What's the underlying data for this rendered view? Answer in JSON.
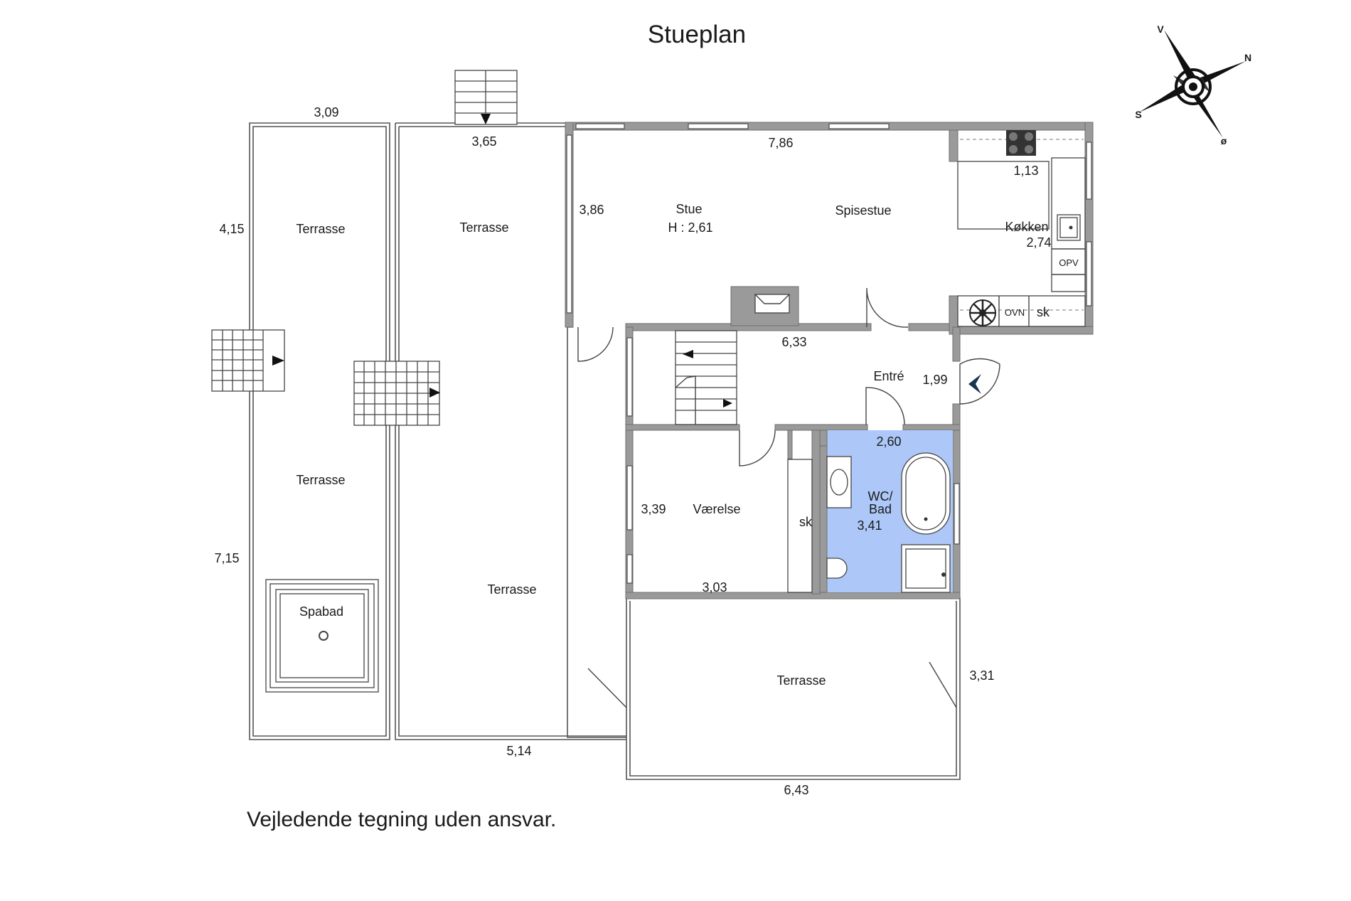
{
  "title": "Stueplan",
  "disclaimer": "Vejledende tegning uden ansvar.",
  "compass": {
    "n": "N",
    "s": "S",
    "v": "V",
    "o": "ø"
  },
  "rooms": {
    "terrasse_1": "Terrasse",
    "terrasse_2": "Terrasse",
    "terrasse_3": "Terrasse",
    "terrasse_4": "Terrasse",
    "terrasse_5": "Terrasse",
    "stue": "Stue",
    "stue_height": "H : 2,61",
    "spisestue": "Spisestue",
    "kokken": "Køkken",
    "entre": "Entré",
    "vaerelse": "Værelse",
    "wc_bad_line1": "WC/",
    "wc_bad_line2": "Bad",
    "spabad": "Spabad"
  },
  "fixtures": {
    "ovn": "OVN",
    "opv": "OPV",
    "sk_kitchen": "sk",
    "sk_room": "sk"
  },
  "dimensions": {
    "d_309": "3,09",
    "d_365": "3,65",
    "d_786": "7,86",
    "d_113": "1,13",
    "d_415": "4,15",
    "d_386": "3,86",
    "d_274": "2,74",
    "d_633": "6,33",
    "d_199": "1,99",
    "d_260": "2,60",
    "d_339": "3,39",
    "d_341": "3,41",
    "d_715": "7,15",
    "d_303": "3,03",
    "d_331": "3,31",
    "d_514": "5,14",
    "d_643": "6,43"
  },
  "colors": {
    "bathroom": "#adc8f8",
    "wall": "#9a9a9a",
    "entry_arrow": "#1b3350"
  }
}
